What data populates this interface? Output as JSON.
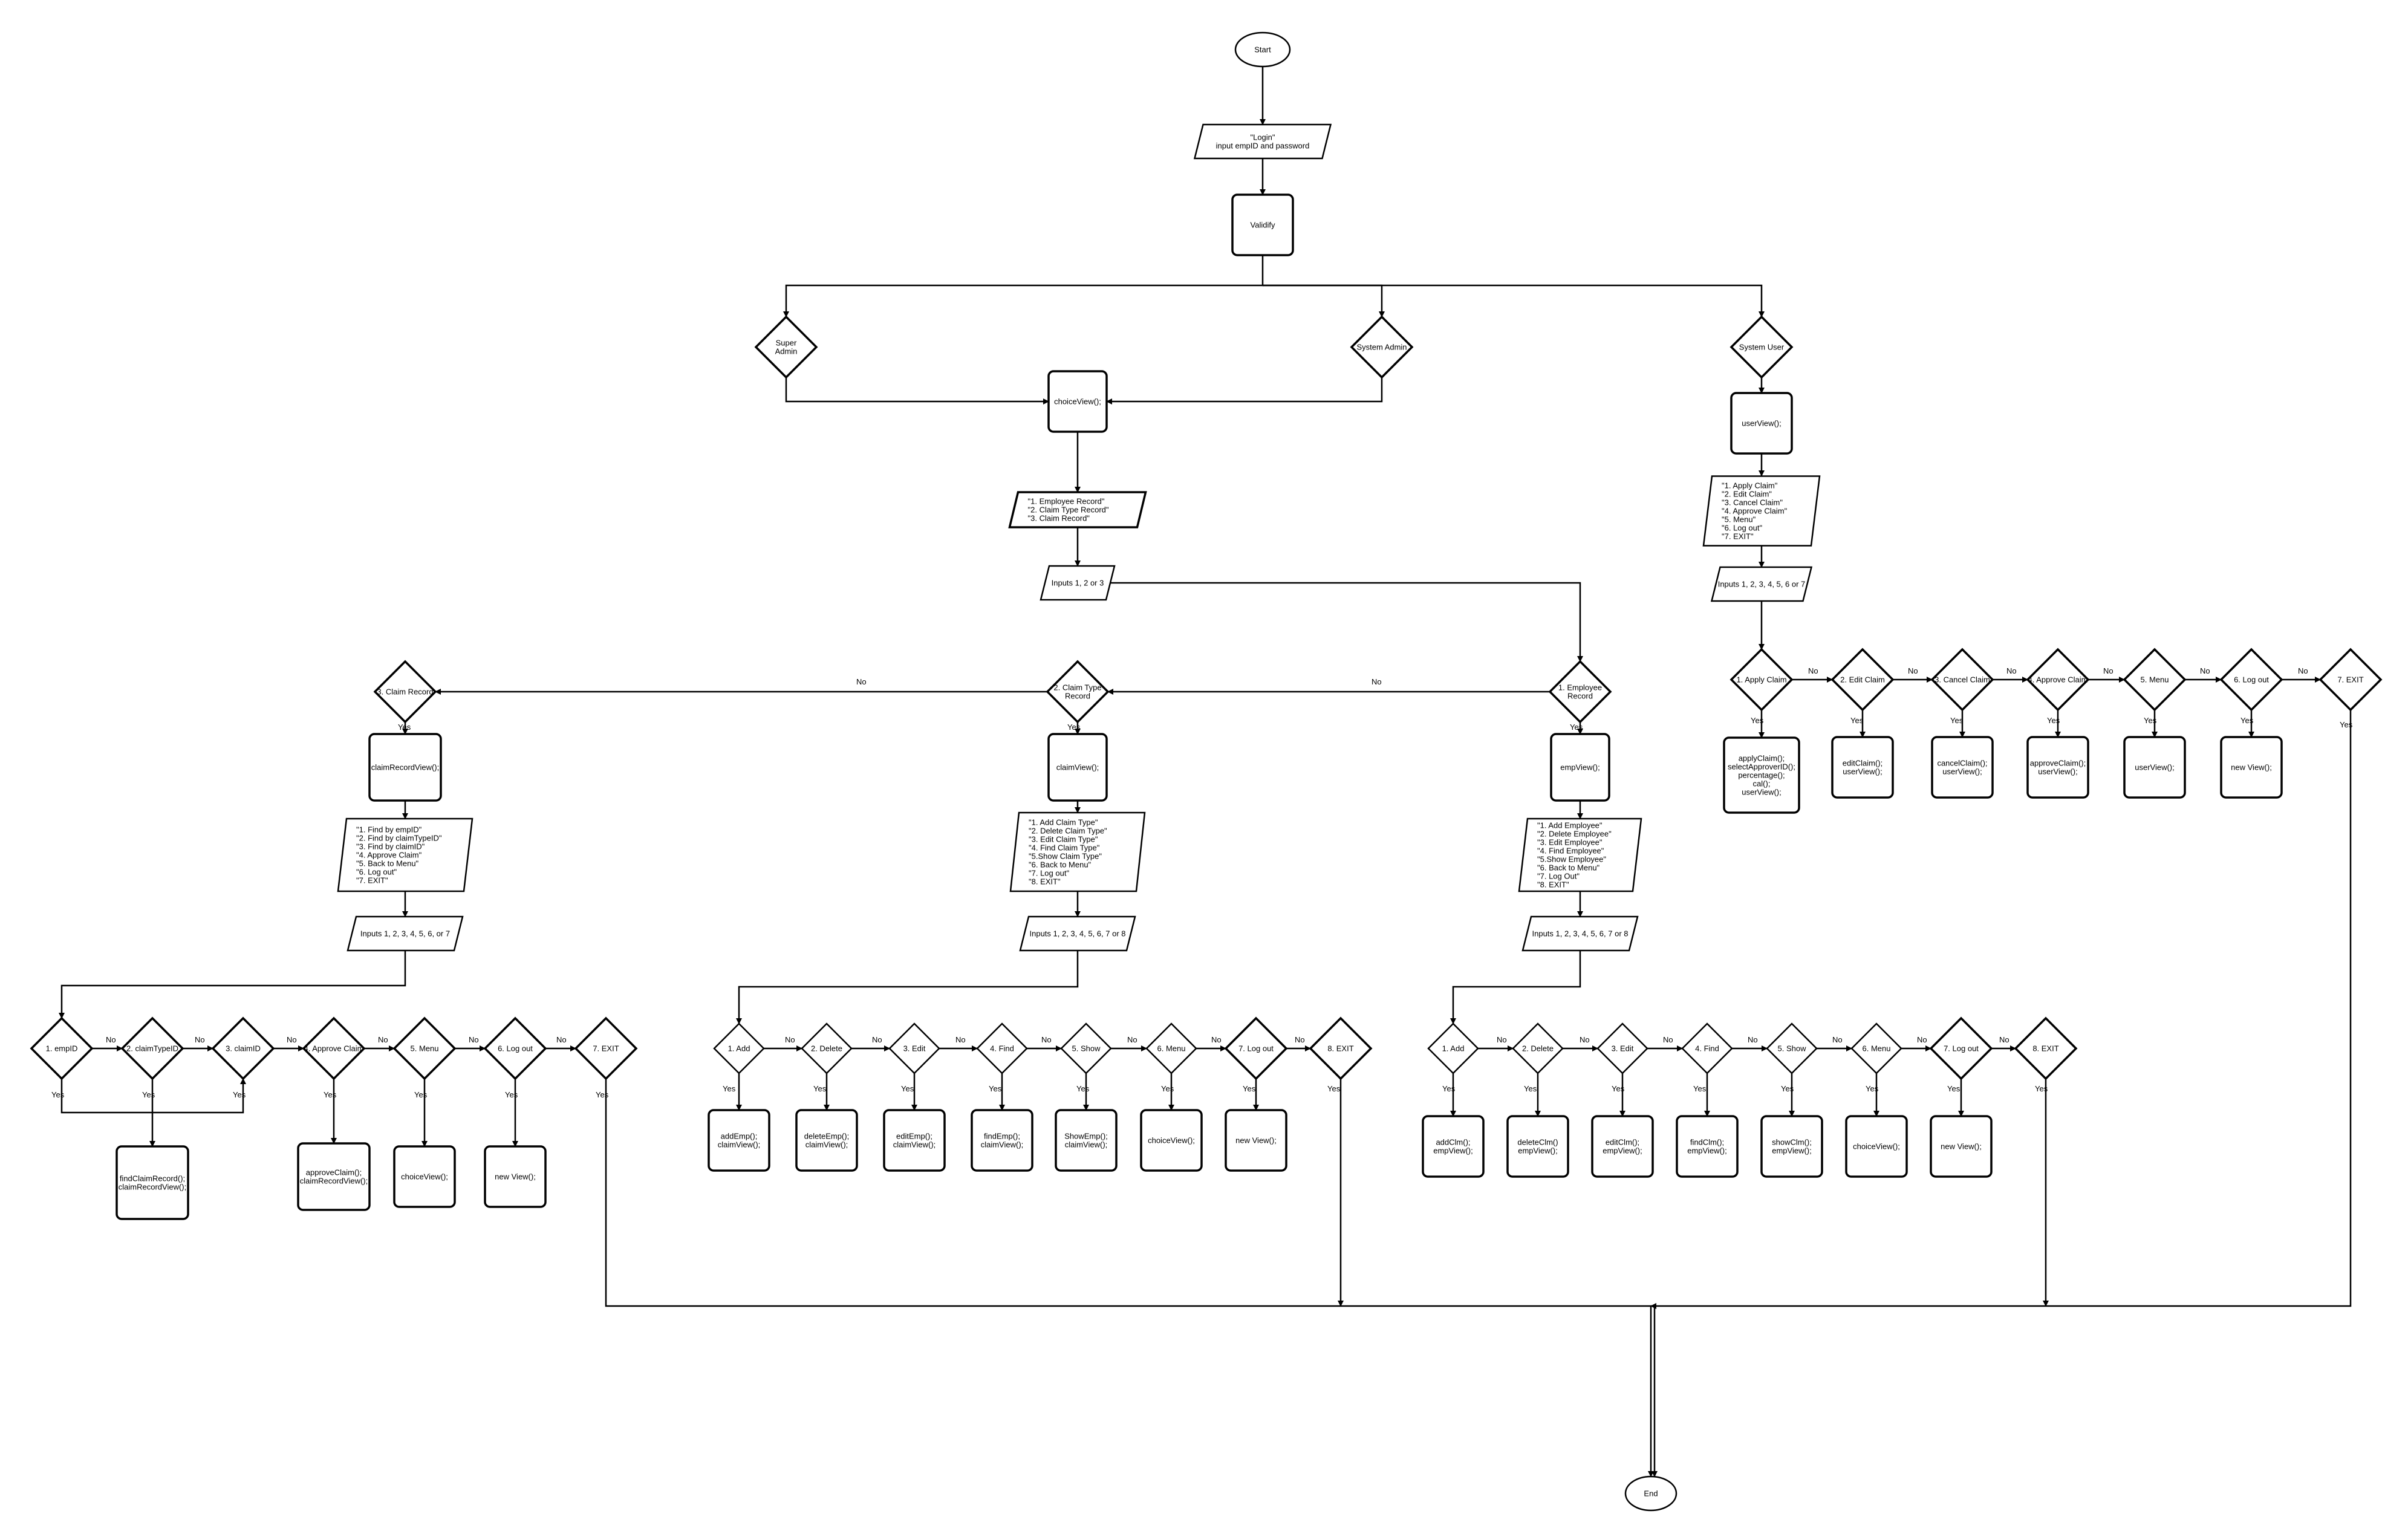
{
  "nodes": [
    {
      "id": "start",
      "kind": "ellipse",
      "lines": [
        "Start"
      ]
    },
    {
      "id": "login",
      "kind": "para",
      "lines": [
        "\"Login\"",
        "input empID and password"
      ]
    },
    {
      "id": "validify",
      "kind": "rect",
      "lines": [
        "Validify"
      ]
    },
    {
      "id": "super_admin",
      "kind": "diamond",
      "lines": [
        "Super",
        "Admin"
      ]
    },
    {
      "id": "system_admin",
      "kind": "diamond",
      "lines": [
        "System Admin"
      ]
    },
    {
      "id": "system_user",
      "kind": "diamond",
      "lines": [
        "System User"
      ]
    },
    {
      "id": "choice_view",
      "kind": "rect",
      "lines": [
        "choiceView();"
      ]
    },
    {
      "id": "main_menu",
      "kind": "para",
      "lines": [
        "\"1. Employee Record\"",
        "\"2. Claim Type Record\"",
        "\"3. Claim Record\""
      ]
    },
    {
      "id": "main_input",
      "kind": "para",
      "lines": [
        "Inputs 1, 2 or 3"
      ]
    },
    {
      "id": "d_employee_record",
      "kind": "diamond",
      "lines": [
        "1. Employee",
        "Record"
      ]
    },
    {
      "id": "d_claim_type_record",
      "kind": "diamond",
      "lines": [
        "2. Claim Type",
        "Record"
      ]
    },
    {
      "id": "d_claim_record",
      "kind": "diamond",
      "lines": [
        "3. Claim Record"
      ]
    },
    {
      "id": "claim_record_view",
      "kind": "rect",
      "lines": [
        "claimRecordView();"
      ]
    },
    {
      "id": "claim_view",
      "kind": "rect",
      "lines": [
        "claimView();"
      ]
    },
    {
      "id": "emp_view",
      "kind": "rect",
      "lines": [
        "empView();"
      ]
    },
    {
      "id": "cr_menu",
      "kind": "para",
      "lines": [
        "\"1. Find by empID\"",
        "\"2. Find by claimTypeID\"",
        "\"3. Find by claimID\"",
        "\"4. Approve Claim\"",
        "\"5. Back to Menu\"",
        "\"6. Log out\"",
        "\"7. EXIT\""
      ]
    },
    {
      "id": "ct_menu",
      "kind": "para",
      "lines": [
        "\"1. Add Claim Type\"",
        "\"2. Delete Claim Type\"",
        "\"3. Edit Claim Type\"",
        "\"4. Find Claim Type\"",
        "\"5.Show Claim Type\"",
        "\"6. Back to Menu\"",
        "\"7. Log out\"",
        "\"8. EXIT\""
      ]
    },
    {
      "id": "er_menu",
      "kind": "para",
      "lines": [
        "\"1. Add Employee\"",
        "\"2. Delete Employee\"",
        "\"3. Edit Employee\"",
        "\"4. Find Employee\"",
        "\"5.Show Employee\"",
        "\"6. Back to Menu\"",
        "\"7. Log Out\"",
        "\"8. EXIT\""
      ]
    },
    {
      "id": "cr_input",
      "kind": "para",
      "lines": [
        "Inputs 1, 2, 3, 4, 5, 6, or 7"
      ]
    },
    {
      "id": "ct_input",
      "kind": "para",
      "lines": [
        "Inputs 1, 2, 3, 4, 5, 6, 7 or 8"
      ]
    },
    {
      "id": "er_input",
      "kind": "para",
      "lines": [
        "Inputs 1, 2, 3, 4, 5, 6, 7 or 8"
      ]
    },
    {
      "id": "user_view",
      "kind": "rect",
      "lines": [
        "userView();"
      ]
    },
    {
      "id": "user_menu",
      "kind": "para",
      "lines": [
        "\"1. Apply Claim\"",
        "\"2. Edit Claim\"",
        "\"3. Cancel Claim\"",
        "\"4. Approve Claim\"",
        "\"5. Menu\"",
        "\"6. Log out\"",
        "\"7. EXIT\""
      ]
    },
    {
      "id": "user_input",
      "kind": "para",
      "lines": [
        "Inputs 1, 2, 3, 4, 5, 6 or 7"
      ]
    },
    {
      "id": "cr_d1",
      "kind": "diamond",
      "lines": [
        "1. empID"
      ]
    },
    {
      "id": "cr_d2",
      "kind": "diamond",
      "lines": [
        "2. claimTypeID"
      ]
    },
    {
      "id": "cr_d3",
      "kind": "diamond",
      "lines": [
        "3. claimID"
      ]
    },
    {
      "id": "cr_d4",
      "kind": "diamond",
      "lines": [
        "4. Approve Claim"
      ]
    },
    {
      "id": "cr_d5",
      "kind": "diamond",
      "lines": [
        "5. Menu"
      ]
    },
    {
      "id": "cr_d6",
      "kind": "diamond",
      "lines": [
        "6. Log out"
      ]
    },
    {
      "id": "cr_d7",
      "kind": "diamond",
      "lines": [
        "7. EXIT"
      ]
    },
    {
      "id": "cr_a1",
      "kind": "rect",
      "lines": [
        "findClaimRecord();",
        "claimRecordView();"
      ]
    },
    {
      "id": "cr_a4",
      "kind": "rect",
      "lines": [
        "approveClaim();",
        "claimRecordView();"
      ]
    },
    {
      "id": "cr_a5",
      "kind": "rect",
      "lines": [
        "choiceView();"
      ]
    },
    {
      "id": "cr_a6",
      "kind": "rect",
      "lines": [
        "new View();"
      ]
    },
    {
      "id": "ct_d1",
      "kind": "diamond",
      "lines": [
        "1. Add"
      ]
    },
    {
      "id": "ct_d2",
      "kind": "diamond",
      "lines": [
        "2. Delete"
      ]
    },
    {
      "id": "ct_d3",
      "kind": "diamond",
      "lines": [
        "3. Edit"
      ]
    },
    {
      "id": "ct_d4",
      "kind": "diamond",
      "lines": [
        "4. Find"
      ]
    },
    {
      "id": "ct_d5",
      "kind": "diamond",
      "lines": [
        "5. Show"
      ]
    },
    {
      "id": "ct_d6",
      "kind": "diamond",
      "lines": [
        "6. Menu"
      ]
    },
    {
      "id": "ct_d7",
      "kind": "diamond",
      "lines": [
        "7. Log out"
      ]
    },
    {
      "id": "ct_d8",
      "kind": "diamond",
      "lines": [
        "8. EXIT"
      ]
    },
    {
      "id": "ct_a1",
      "kind": "rect",
      "lines": [
        "addEmp();",
        "claimView();"
      ]
    },
    {
      "id": "ct_a2",
      "kind": "rect",
      "lines": [
        "deleteEmp();",
        "claimView();"
      ]
    },
    {
      "id": "ct_a3",
      "kind": "rect",
      "lines": [
        "editEmp();",
        "claimView();"
      ]
    },
    {
      "id": "ct_a4",
      "kind": "rect",
      "lines": [
        "findEmp();",
        "claimView();"
      ]
    },
    {
      "id": "ct_a5",
      "kind": "rect",
      "lines": [
        "ShowEmp();",
        "claimView();"
      ]
    },
    {
      "id": "ct_a6",
      "kind": "rect",
      "lines": [
        "choiceView();"
      ]
    },
    {
      "id": "ct_a7",
      "kind": "rect",
      "lines": [
        "new View();"
      ]
    },
    {
      "id": "er_d1",
      "kind": "diamond",
      "lines": [
        "1. Add"
      ]
    },
    {
      "id": "er_d2",
      "kind": "diamond",
      "lines": [
        "2. Delete"
      ]
    },
    {
      "id": "er_d3",
      "kind": "diamond",
      "lines": [
        "3. Edit"
      ]
    },
    {
      "id": "er_d4",
      "kind": "diamond",
      "lines": [
        "4. Find"
      ]
    },
    {
      "id": "er_d5",
      "kind": "diamond",
      "lines": [
        "5. Show"
      ]
    },
    {
      "id": "er_d6",
      "kind": "diamond",
      "lines": [
        "6. Menu"
      ]
    },
    {
      "id": "er_d7",
      "kind": "diamond",
      "lines": [
        "7. Log out"
      ]
    },
    {
      "id": "er_d8",
      "kind": "diamond",
      "lines": [
        "8. EXIT"
      ]
    },
    {
      "id": "er_a1",
      "kind": "rect",
      "lines": [
        "addClm();",
        "empView();"
      ]
    },
    {
      "id": "er_a2",
      "kind": "rect",
      "lines": [
        "deleteClm()",
        "empView();"
      ]
    },
    {
      "id": "er_a3",
      "kind": "rect",
      "lines": [
        "editClm();",
        "empView();"
      ]
    },
    {
      "id": "er_a4",
      "kind": "rect",
      "lines": [
        "findClm();",
        "empView();"
      ]
    },
    {
      "id": "er_a5",
      "kind": "rect",
      "lines": [
        "showClm();",
        "empView();"
      ]
    },
    {
      "id": "er_a6",
      "kind": "rect",
      "lines": [
        "choiceView();"
      ]
    },
    {
      "id": "er_a7",
      "kind": "rect",
      "lines": [
        "new View();"
      ]
    },
    {
      "id": "u_d1",
      "kind": "diamond",
      "lines": [
        "1. Apply Claim"
      ]
    },
    {
      "id": "u_d2",
      "kind": "diamond",
      "lines": [
        "2. Edit Claim"
      ]
    },
    {
      "id": "u_d3",
      "kind": "diamond",
      "lines": [
        "3. Cancel Claim"
      ]
    },
    {
      "id": "u_d4",
      "kind": "diamond",
      "lines": [
        "4. Approve Claim"
      ]
    },
    {
      "id": "u_d5",
      "kind": "diamond",
      "lines": [
        "5. Menu"
      ]
    },
    {
      "id": "u_d6",
      "kind": "diamond",
      "lines": [
        "6. Log out"
      ]
    },
    {
      "id": "u_d7",
      "kind": "diamond",
      "lines": [
        "7. EXIT"
      ]
    },
    {
      "id": "u_a1",
      "kind": "rect",
      "lines": [
        "applyClaim();",
        "selectApproverID();",
        "percentage();",
        "cal();",
        "userView();"
      ]
    },
    {
      "id": "u_a2",
      "kind": "rect",
      "lines": [
        "editClaim();",
        "userView();"
      ]
    },
    {
      "id": "u_a3",
      "kind": "rect",
      "lines": [
        "cancelClaim();",
        "userView();"
      ]
    },
    {
      "id": "u_a4",
      "kind": "rect",
      "lines": [
        "approveClaim();",
        "userView();"
      ]
    },
    {
      "id": "u_a5",
      "kind": "rect",
      "lines": [
        "userView();"
      ]
    },
    {
      "id": "u_a6",
      "kind": "rect",
      "lines": [
        "new View();"
      ]
    },
    {
      "id": "end",
      "kind": "ellipse",
      "lines": [
        "End"
      ]
    }
  ],
  "edge_labels": {
    "yes": "Yes",
    "no": "No"
  }
}
